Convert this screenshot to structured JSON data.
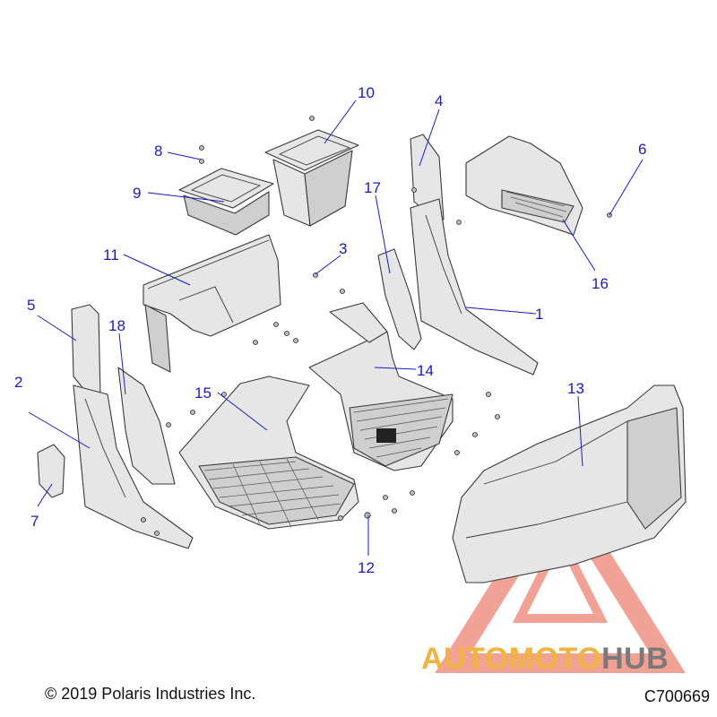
{
  "callouts": [
    "1",
    "2",
    "3",
    "4",
    "5",
    "6",
    "7",
    "8",
    "9",
    "10",
    "11",
    "12",
    "13",
    "14",
    "15",
    "16",
    "17",
    "18"
  ],
  "footer": {
    "copyright": "© 2019 Polaris Industries Inc.",
    "drawing_number": "C700669"
  },
  "watermark": {
    "part1": "AUTOMOTO",
    "part2": "HUB",
    "colors": {
      "triangle": "#e8553f",
      "text_orange": "#f2b441",
      "text_grey": "#7a7a7a"
    }
  },
  "colors": {
    "callout": "#1a1acc",
    "part_fill": "#e6e6e6",
    "outline": "#3a3a3a"
  }
}
